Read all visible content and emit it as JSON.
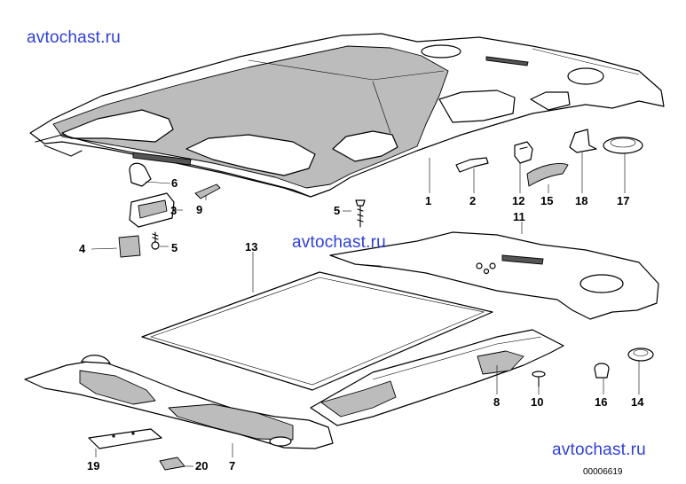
{
  "watermarks": [
    "avtochast.ru",
    "avtochast.ru",
    "avtochast.ru"
  ],
  "drawing_code": "00006619",
  "labels": {
    "p1": "1",
    "p2": "2",
    "p3": "3",
    "p4": "4",
    "p5a": "5",
    "p5b": "5",
    "p6": "6",
    "p7": "7",
    "p8": "8",
    "p9": "9",
    "p10": "10",
    "p11": "11",
    "p12": "12",
    "p13": "13",
    "p14": "14",
    "p15": "15",
    "p16": "16",
    "p17": "17",
    "p18": "18",
    "p19": "19",
    "p20": "20"
  },
  "colors": {
    "watermark": "#2f3fd9",
    "line": "#000000",
    "shade": "#bcbcbc"
  }
}
